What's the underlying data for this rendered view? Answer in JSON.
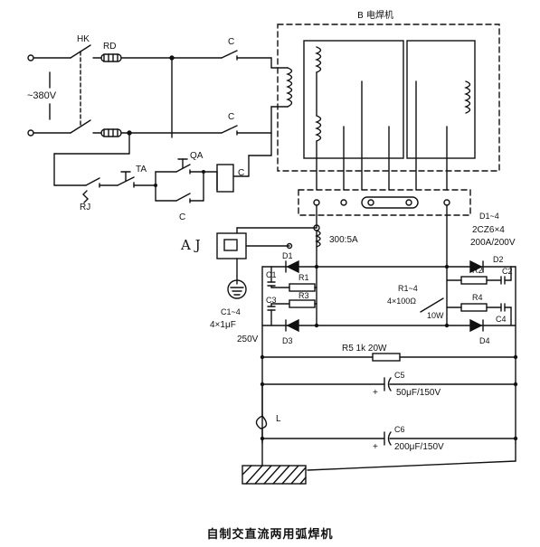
{
  "title": "自制交直流两用弧焊机",
  "labels": {
    "welder": "B 电焊机",
    "hk": "HK",
    "rd": "RD",
    "voltage": "~380V",
    "c_top": "C",
    "c_mid": "C",
    "c_coil": "C",
    "c_small": "C",
    "ta": "TA",
    "qa": "QA",
    "rj": "RJ",
    "aj": "A J",
    "shunt": "300:5A",
    "d1": "D1",
    "d2": "D2",
    "d3": "D3",
    "d4": "D4",
    "d14": "D1~4",
    "diode_spec": "2CZ6×4",
    "diode_rating": "200A/200V",
    "r1": "R1",
    "r2": "R2",
    "r3": "R3",
    "r4": "R4",
    "r14": "R1~4",
    "r14_spec": "4×100Ω",
    "r14_power": "10W",
    "c1": "C1",
    "c2": "C2",
    "c3": "C3",
    "c4": "C4",
    "c14": "C1~4",
    "c14_spec": "4×1μF",
    "c14_volt": "250V",
    "r5": "R5 1k 20W",
    "c5": "C5",
    "c5_spec": "50μF/150V",
    "c6": "C6",
    "c6_spec": "200μF/150V",
    "inductor": "L",
    "plus5": "+",
    "plus6": "+"
  }
}
